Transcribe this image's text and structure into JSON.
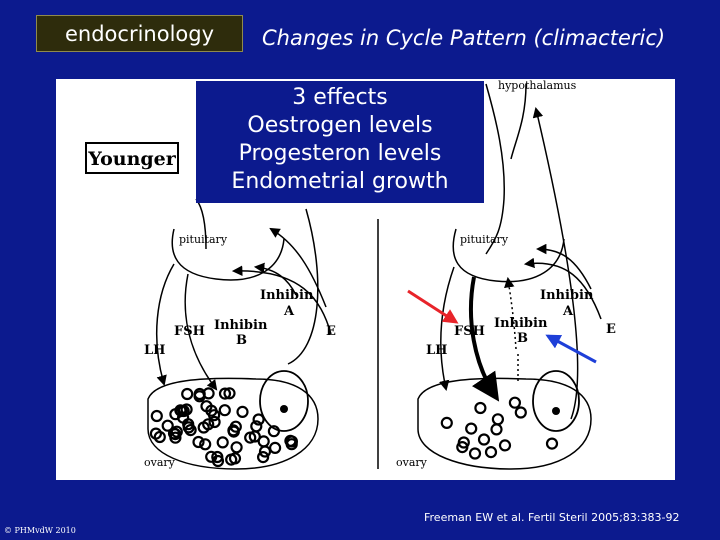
{
  "header": {
    "section_tag": "endocrinology",
    "title": "Changes in Cycle Pattern (climacteric)"
  },
  "effects_box": {
    "lines": [
      "3 effects",
      "Oestrogen levels",
      "Progesteron levels",
      "Endometrial growth"
    ]
  },
  "diagram": {
    "left_panel_label": "Younger",
    "labels": {
      "hypothalamus": "hypothalamus",
      "pituitary": "pituitary",
      "inhibin": "Inhibin",
      "inhibin_a": "A",
      "inhibin_b": "B",
      "fsh": "FSH",
      "lh": "LH",
      "e": "E",
      "ovary": "ovary"
    },
    "colors": {
      "red_arrow": "#e8242a",
      "blue_arrow": "#1e3fd8"
    }
  },
  "footer": {
    "citation": "Freeman EW et al. Fertil Steril 2005;83:383-92",
    "copyright": "© PHMvdW 2010"
  }
}
